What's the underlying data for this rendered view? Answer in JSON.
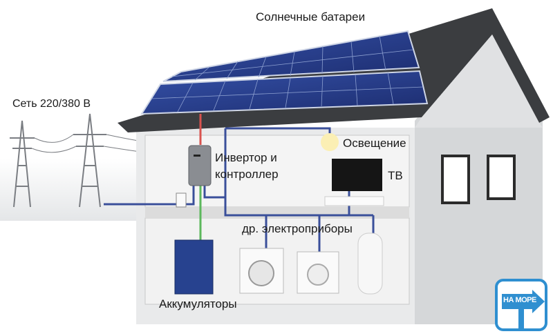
{
  "labels": {
    "solar_panels": "Солнечные батареи",
    "grid": "Сеть 220/380 В",
    "inverter_line1": "Инвертор и",
    "inverter_line2": "контроллер",
    "lighting": "Освещение",
    "tv": "ТВ",
    "appliances": "др. электроприборы",
    "batteries": "Аккумуляторы"
  },
  "logo": {
    "text": "НА МОРЕ"
  },
  "colors": {
    "wire_blue": "#3a4f9a",
    "wire_red": "#d9534f",
    "wire_green": "#5cb85c",
    "roof": "#3b3d40",
    "panel": "#2a3f8f",
    "logo": "#2f8fd0"
  }
}
